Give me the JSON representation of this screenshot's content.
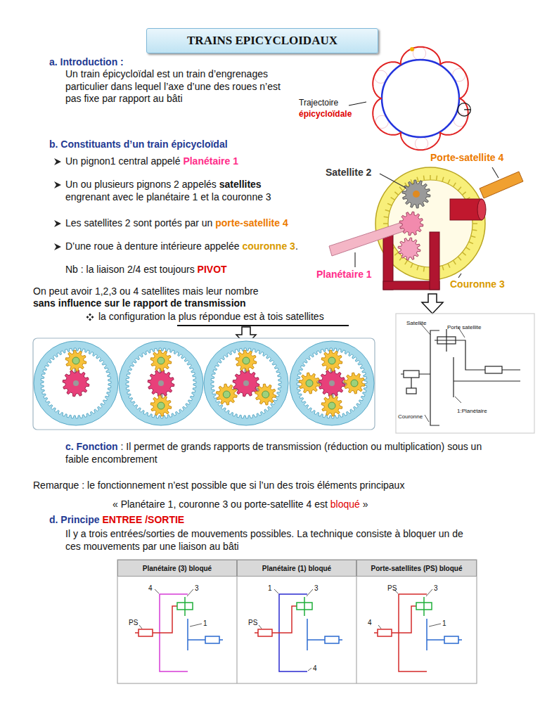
{
  "diagram": {
    "title": "TRAINS EPICYCLOIDAUX",
    "nodes": [
      {
        "text": [
          "Planétaire (3) bloqué"
        ]
      },
      {
        "text": [
          "Planétaire (1) bloqué"
        ]
      },
      {
        "text": [
          "Porte-satellites (PS) bloqué"
        ]
      }
    ],
    "labels": [
      "a. Introduction :",
      "Un train épicycloïdal est un train d’engrenages particulier dans lequel l’axe d’une des roues n’est pas fixe par rapport au bâti",
      "Trajectoire",
      "épicycloïdale",
      "b. Constituants d’un train épicycloïdal",
      "Un pignon1 central appelé",
      "Planétaire 1",
      "Un ou plusieurs pignons 2 appelés",
      "satellites",
      "engrenant avec le planétaire 1 et la couronne 3",
      "Les satellites 2 sont portés par un",
      "porte-satellite 4",
      "D’une roue à denture intérieure appelée",
      "couronne 3",
      ".",
      "Nb : la liaison 2/4 est toujours",
      "PIVOT",
      "On peut avoir 1,2,3 ou 4 satellites mais leur nombre",
      "sans influence sur le rapport de transmission",
      "la configuration la plus répondue est à tois satellites",
      "Satellite 2",
      "Porte-satellite 4",
      "Planétaire 1",
      "Couronne 3",
      "Satellite",
      "Porte satellite",
      "Couronne",
      "1:Planétaire",
      "c. Fonction",
      ": Il permet de grands rapports de transmission (réduction ou multiplication) sous un faible encombrement",
      "Remarque : le fonctionnement n’est possible que si l’un des trois éléments principaux",
      "« Planétaire 1, couronne 3 ou porte-satellite 4 est",
      "bloqué",
      "»",
      "d. Principe",
      "ENTREE /SORTIE",
      "Il y a trois entrées/sorties de mouvements possibles. La technique consiste à bloquer un de ces mouvements par une liaison au bâti",
      "4",
      "3",
      "PS",
      "1",
      "1",
      "3",
      "PS",
      "4",
      "PS",
      "3",
      "4",
      "1"
    ]
  }
}
